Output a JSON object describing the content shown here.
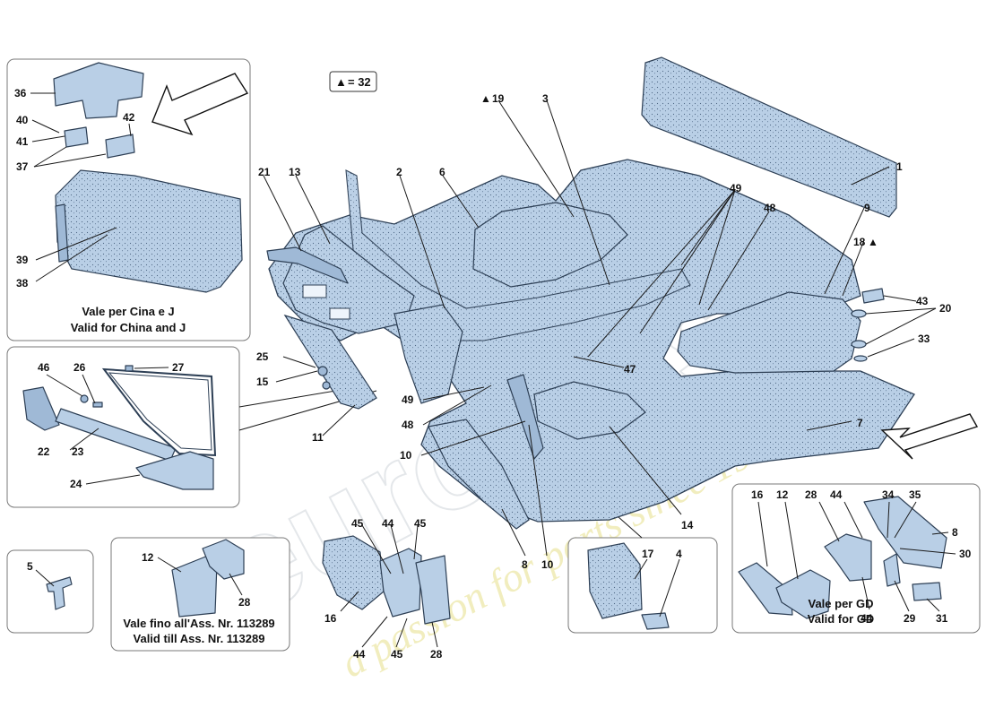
{
  "legend": {
    "marker": "▲",
    "text": "= 32"
  },
  "watermark": {
    "brand": "eurocars",
    "slogan": "a passion for parts since 1985"
  },
  "insets": {
    "china_japan": {
      "caption_it": "Vale per Cina e J",
      "caption_en": "Valid for China and J"
    },
    "till_assy": {
      "caption_it": "Vale fino all'Ass. Nr. 113289",
      "caption_en": "Valid till Ass. Nr. 113289"
    },
    "gd": {
      "caption_it": "Vale per GD",
      "caption_en": "Valid for GD"
    }
  },
  "callouts": {
    "c1": "1",
    "c2": "2",
    "c3": "3",
    "c4": "4",
    "c5": "5",
    "c6": "6",
    "c7": "7",
    "c8a": "8",
    "c8b": "8",
    "c9": "9",
    "c10a": "10",
    "c10b": "10",
    "c11": "11",
    "c12a": "12",
    "c12b": "12",
    "c13": "13",
    "c14": "14",
    "c15": "15",
    "c16a": "16",
    "c16b": "16",
    "c17": "17",
    "c18": "18",
    "c19": "19",
    "c20": "20",
    "c21": "21",
    "c22": "22",
    "c23": "23",
    "c24": "24",
    "c25": "25",
    "c26": "26",
    "c27": "27",
    "c28a": "28",
    "c28b": "28",
    "c28c": "28",
    "c29": "29",
    "c30": "30",
    "c31": "31",
    "c33": "33",
    "c34": "34",
    "c35": "35",
    "c36": "36",
    "c37": "37",
    "c38": "38",
    "c39": "39",
    "c40": "40",
    "c41": "41",
    "c42": "42",
    "c43": "43",
    "c44a": "44",
    "c44b": "44",
    "c44c": "44",
    "c44d": "44",
    "c45a": "45",
    "c45b": "45",
    "c45c": "45",
    "c46": "46",
    "c47": "47",
    "c48a": "48",
    "c48b": "48",
    "c49a": "49",
    "c49b": "49"
  },
  "colors": {
    "part_fill": "#b9cfe6",
    "part_stroke": "#2d3f55",
    "frame": "#7a7a7a"
  }
}
